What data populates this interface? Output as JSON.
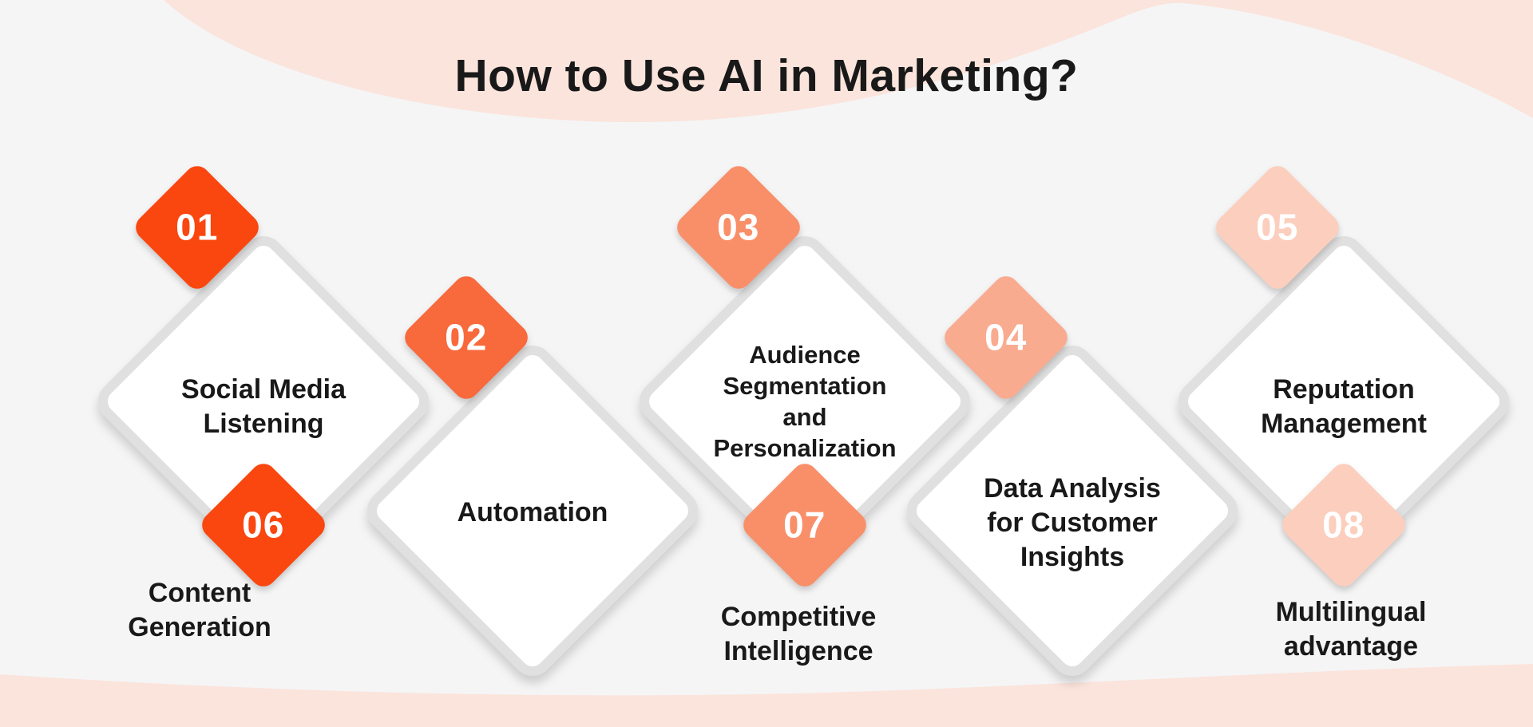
{
  "title": "How to Use AI in Marketing?",
  "colors": {
    "background": "#F5F5F6",
    "blob": "#FBE4DC",
    "card_fill": "#FFFFFF",
    "card_border": "#E0E0E0",
    "text": "#191919",
    "number_text": "#FFFFFF",
    "step01_06": "#FA470F",
    "step02": "#F8693C",
    "step03_07": "#F98F69",
    "step04": "#F9AB90",
    "step05_08": "#FCCEBD"
  },
  "steps": [
    {
      "number": "01",
      "label": "Social Media\nListening",
      "color": "#FA470F",
      "placement": "card"
    },
    {
      "number": "02",
      "label": "Automation",
      "color": "#F8693C",
      "placement": "card"
    },
    {
      "number": "03",
      "label": "Audience\nSegmentation\nand\nPersonalization",
      "color": "#F98F69",
      "placement": "card"
    },
    {
      "number": "04",
      "label": "Data Analysis\nfor Customer\nInsights",
      "color": "#F9AB90",
      "placement": "card"
    },
    {
      "number": "05",
      "label": "Reputation\nManagement",
      "color": "#FCCEBD",
      "placement": "card"
    },
    {
      "number": "06",
      "label": "Content\nGeneration",
      "color": "#FA470F",
      "placement": "below"
    },
    {
      "number": "07",
      "label": "Competitive\nIntelligence",
      "color": "#F98F69",
      "placement": "below"
    },
    {
      "number": "08",
      "label": "Multilingual\nadvantage",
      "color": "#FCCEBD",
      "placement": "below"
    }
  ]
}
